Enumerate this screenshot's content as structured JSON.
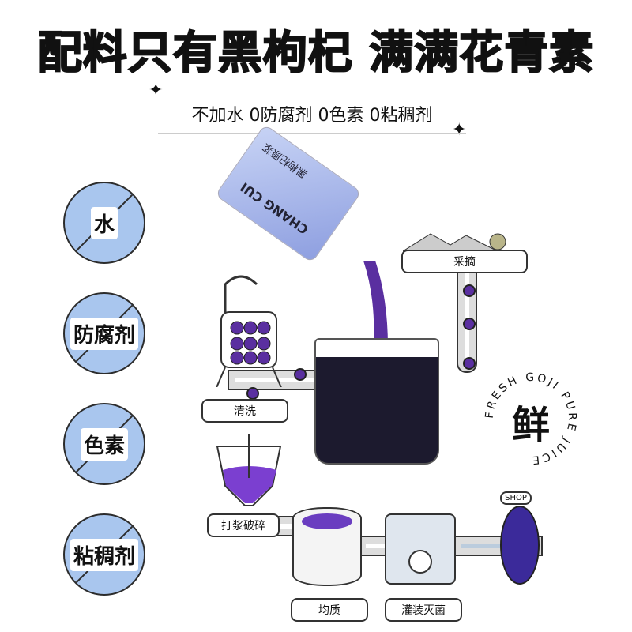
{
  "headline": "配料只有黑枸杞 满满花青素",
  "subline": "不加水 0防腐剂 0色素 0粘稠剂",
  "no_items": [
    "水",
    "防腐剂",
    "色素",
    "粘稠剂"
  ],
  "package": {
    "product_name": "黑枸杞原浆",
    "brand": "CHANG CUI"
  },
  "process": {
    "pick": "采摘",
    "wash": "清洗",
    "crush": "打浆破碎",
    "homogenize": "均质",
    "fill": "灌装灭菌",
    "shop": "SHOP"
  },
  "badge": {
    "center": "鲜",
    "ring": "FRESH GOJI PURE JUICE"
  },
  "colors": {
    "accent": "#a9c6ee",
    "juice": "#5a2fa0"
  }
}
